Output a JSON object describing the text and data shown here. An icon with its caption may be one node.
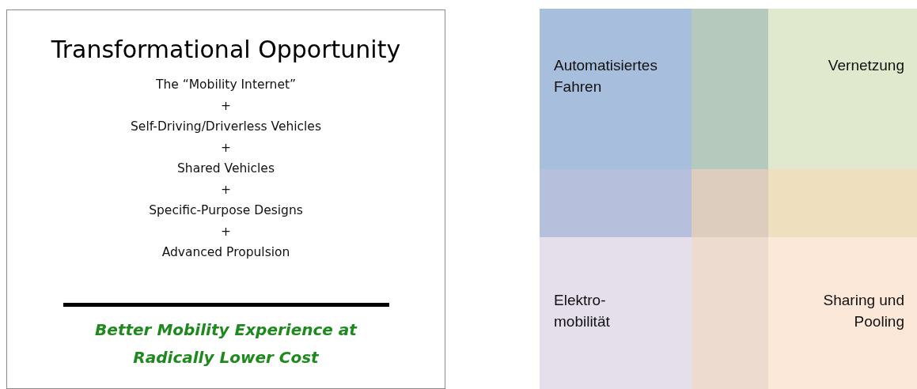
{
  "diagram": {
    "nodes": [
      {
        "text": [
          "Transformational Opportunity",
          "The “Mobility Internet”",
          "+",
          "Self-Driving/Driverless Vehicles",
          "+",
          "Shared Vehicles",
          "+",
          "Specific-Purpose Designs",
          "+",
          "Advanced Propulsion",
          "Better Mobility Experience at Radically Lower Cost"
        ]
      },
      {
        "text": [
          "Automatisiertes Fahren"
        ]
      },
      {
        "text": [],
        "shape": "box"
      },
      {
        "text": [
          "Vernetzung"
        ]
      },
      {
        "text": [],
        "shape": "box"
      },
      {
        "text": [],
        "shape": "box"
      },
      {
        "text": [],
        "shape": "box"
      },
      {
        "text": [
          "Elektro- mobilität"
        ]
      },
      {
        "text": [],
        "shape": "box"
      },
      {
        "text": [
          "Sharing und Pooling"
        ]
      }
    ]
  }
}
